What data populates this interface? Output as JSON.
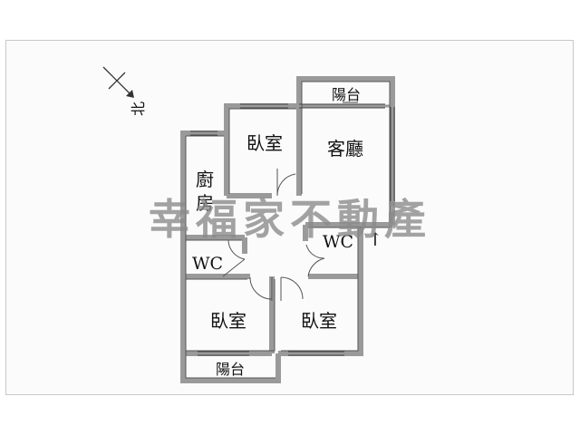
{
  "compass": {
    "north_label": "北",
    "icon": "north-arrow-icon"
  },
  "rooms": {
    "balcony_top": "陽台",
    "bedroom_top": "臥室",
    "living_room": "客廳",
    "kitchen": "廚房",
    "wc_left": "WC",
    "wc_right": "WC",
    "bedroom_bottom_left": "臥室",
    "bedroom_bottom_right": "臥室",
    "balcony_bottom": "陽台"
  },
  "entrance": {
    "icon": "entrance-arrow-icon",
    "symbol": "↑"
  },
  "watermark": {
    "text": "幸福家不動產"
  },
  "colors": {
    "wall": "#9a9a9a",
    "wall_dark": "#555555",
    "text": "#111111",
    "watermark": "#8a8a8a"
  }
}
